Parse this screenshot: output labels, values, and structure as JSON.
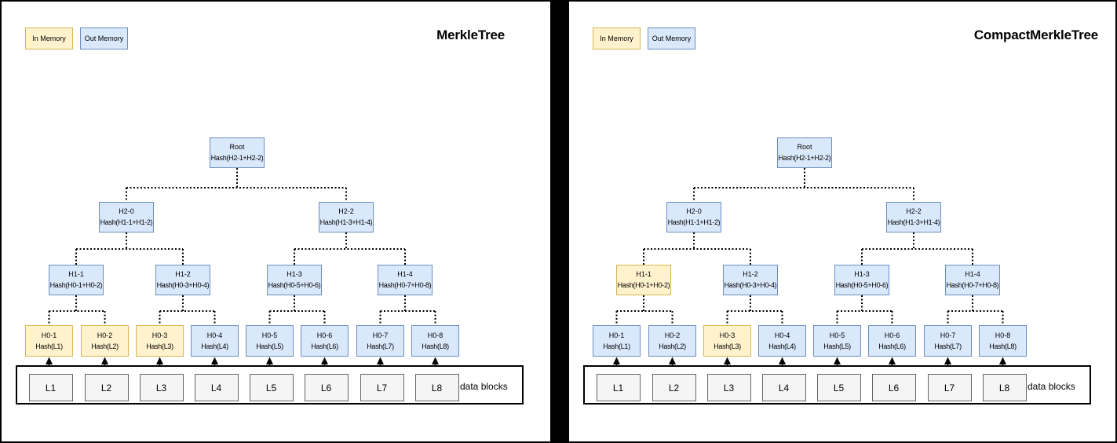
{
  "colors": {
    "in_fill": "#fff2cc",
    "in_border": "#d6b656",
    "out_fill": "#dae8fc",
    "out_border": "#6c8ebf",
    "block_fill": "#f5f5f5",
    "block_border": "#666666",
    "connector": "#000000"
  },
  "panels": [
    {
      "title": "MerkleTree",
      "legend": [
        {
          "label": "In Memory",
          "state": "in"
        },
        {
          "label": "Out Memory",
          "state": "out"
        }
      ],
      "nodes": [
        {
          "id": "root",
          "line1": "Root",
          "line2": "Hash(H2-1+H2-2)",
          "state": "out"
        },
        {
          "id": "h2-0",
          "line1": "H2-0",
          "line2": "Hash(H1-1+H1-2)",
          "state": "out"
        },
        {
          "id": "h2-2",
          "line1": "H2-2",
          "line2": "Hash(H1-3+H1-4)",
          "state": "out"
        },
        {
          "id": "h1-1",
          "line1": "H1-1",
          "line2": "Hash(H0-1+H0-2)",
          "state": "out"
        },
        {
          "id": "h1-2",
          "line1": "H1-2",
          "line2": "Hash(H0-3+H0-4)",
          "state": "out"
        },
        {
          "id": "h1-3",
          "line1": "H1-3",
          "line2": "Hash(H0-5+H0-6)",
          "state": "out"
        },
        {
          "id": "h1-4",
          "line1": "H1-4",
          "line2": "Hash(H0-7+H0-8)",
          "state": "out"
        },
        {
          "id": "h0-1",
          "line1": "H0-1",
          "line2": "Hash(L1)",
          "state": "in"
        },
        {
          "id": "h0-2",
          "line1": "H0-2",
          "line2": "Hash(L2)",
          "state": "in"
        },
        {
          "id": "h0-3",
          "line1": "H0-3",
          "line2": "Hash(L3)",
          "state": "in"
        },
        {
          "id": "h0-4",
          "line1": "H0-4",
          "line2": "Hash(L4)",
          "state": "out"
        },
        {
          "id": "h0-5",
          "line1": "H0-5",
          "line2": "Hash(L5)",
          "state": "out"
        },
        {
          "id": "h0-6",
          "line1": "H0-6",
          "line2": "Hash(L6)",
          "state": "out"
        },
        {
          "id": "h0-7",
          "line1": "H0-7",
          "line2": "Hash(L7)",
          "state": "out"
        },
        {
          "id": "h0-8",
          "line1": "H0-8",
          "line2": "Hash(L8)",
          "state": "out"
        }
      ],
      "blocks": [
        "L1",
        "L2",
        "L3",
        "L4",
        "L5",
        "L6",
        "L7",
        "L8"
      ],
      "blocks_label": "data blocks"
    },
    {
      "title": "CompactMerkleTree",
      "legend": [
        {
          "label": "In Memory",
          "state": "in"
        },
        {
          "label": "Out Memory",
          "state": "out"
        }
      ],
      "nodes": [
        {
          "id": "root",
          "line1": "Root",
          "line2": "Hash(H2-1+H2-2)",
          "state": "out"
        },
        {
          "id": "h2-0",
          "line1": "H2-0",
          "line2": "Hash(H1-1+H1-2)",
          "state": "out"
        },
        {
          "id": "h2-2",
          "line1": "H2-2",
          "line2": "Hash(H1-3+H1-4)",
          "state": "out"
        },
        {
          "id": "h1-1",
          "line1": "H1-1",
          "line2": "Hash(H0-1+H0-2)",
          "state": "in"
        },
        {
          "id": "h1-2",
          "line1": "H1-2",
          "line2": "Hash(H0-3+H0-4)",
          "state": "out"
        },
        {
          "id": "h1-3",
          "line1": "H1-3",
          "line2": "Hash(H0-5+H0-6)",
          "state": "out"
        },
        {
          "id": "h1-4",
          "line1": "H1-4",
          "line2": "Hash(H0-7+H0-8)",
          "state": "out"
        },
        {
          "id": "h0-1",
          "line1": "H0-1",
          "line2": "Hash(L1)",
          "state": "out"
        },
        {
          "id": "h0-2",
          "line1": "H0-2",
          "line2": "Hash(L2)",
          "state": "out"
        },
        {
          "id": "h0-3",
          "line1": "H0-3",
          "line2": "Hash(L3)",
          "state": "in"
        },
        {
          "id": "h0-4",
          "line1": "H0-4",
          "line2": "Hash(L4)",
          "state": "out"
        },
        {
          "id": "h0-5",
          "line1": "H0-5",
          "line2": "Hash(L5)",
          "state": "out"
        },
        {
          "id": "h0-6",
          "line1": "H0-6",
          "line2": "Hash(L6)",
          "state": "out"
        },
        {
          "id": "h0-7",
          "line1": "H0-7",
          "line2": "Hash(L7)",
          "state": "out"
        },
        {
          "id": "h0-8",
          "line1": "H0-8",
          "line2": "Hash(L8)",
          "state": "out"
        }
      ],
      "blocks": [
        "L1",
        "L2",
        "L3",
        "L4",
        "L5",
        "L6",
        "L7",
        "L8"
      ],
      "blocks_label": "data blocks"
    }
  ]
}
